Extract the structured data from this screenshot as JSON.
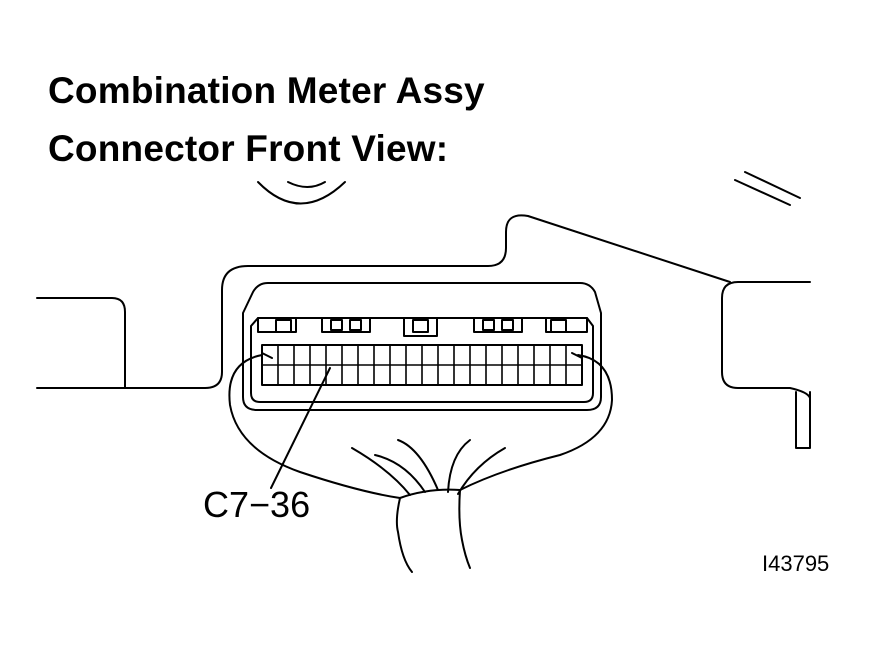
{
  "title": {
    "line1": "Combination Meter Assy",
    "line2": "Connector Front View:"
  },
  "callout": {
    "label": "C7−36"
  },
  "figure_id": "I43795",
  "connector": {
    "pin_rows": 2,
    "pin_columns": 20
  }
}
